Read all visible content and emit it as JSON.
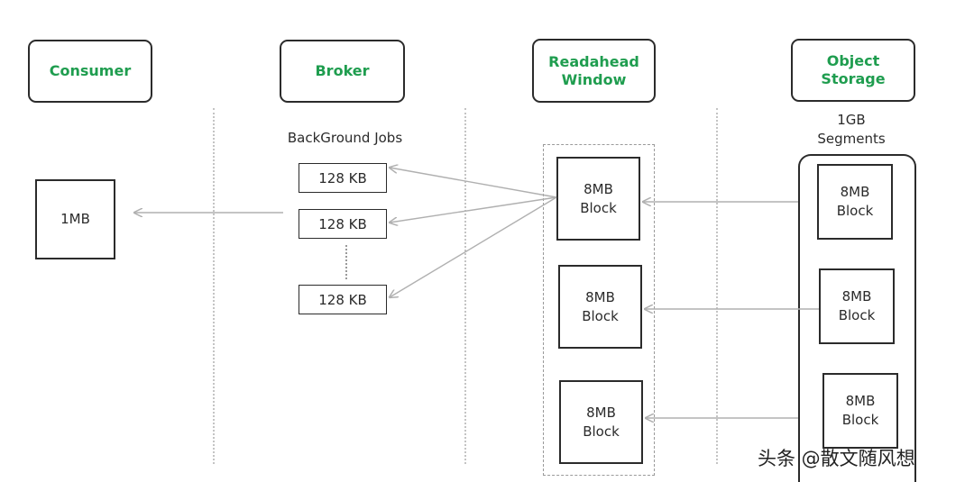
{
  "headers": {
    "consumer": "Consumer",
    "broker": "Broker",
    "readahead": "Readahead\nWindow",
    "object_storage": "Object Storage"
  },
  "consumer": {
    "block": "1MB"
  },
  "broker": {
    "label": "BackGround Jobs",
    "jobs": [
      "128 KB",
      "128 KB",
      "128 KB"
    ]
  },
  "readahead": {
    "blocks": [
      "8MB\nBlock",
      "8MB\nBlock",
      "8MB\nBlock"
    ]
  },
  "object_storage": {
    "label": "1GB\nSegments",
    "blocks": [
      "8MB\nBlock",
      "8MB\nBlock",
      "8MB\nBlock"
    ]
  },
  "watermark": "头条 @散文随风想",
  "colors": {
    "header_text": "#1f9d4f",
    "arrow": "#b0b0b0",
    "separator": "#c4c4c4"
  }
}
